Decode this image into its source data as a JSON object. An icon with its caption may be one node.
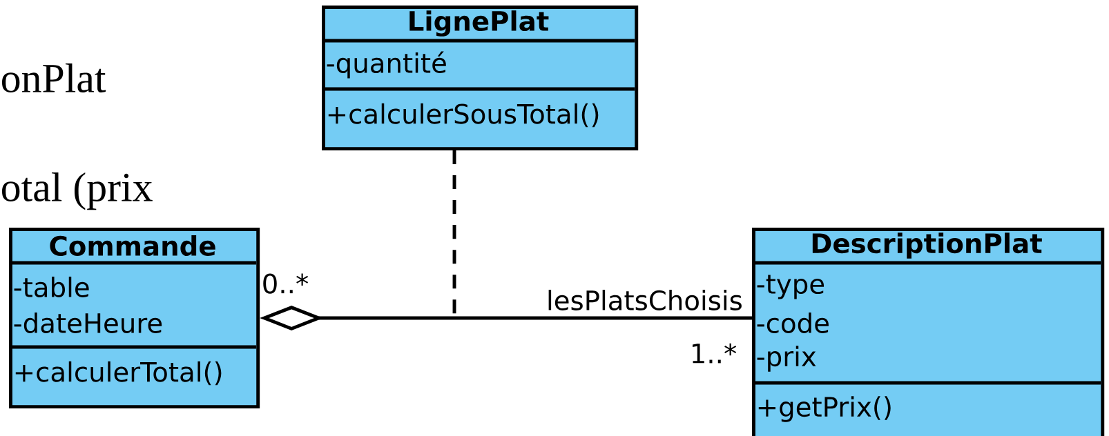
{
  "diagram": {
    "nodes": [
      {
        "text": [
          "LignePlat",
          "-quantité",
          "+calculerSousTotal()"
        ]
      },
      {
        "text": [
          "Commande",
          "-table",
          "-dateHeure",
          "+calculerTotal()"
        ]
      },
      {
        "text": [
          "DescriptionPlat",
          "-type",
          "-code",
          "-prix",
          "+getPrix()"
        ]
      }
    ],
    "edges": [
      {
        "from": 1,
        "to": 2,
        "arrow": "other",
        "label": "lesPlatsChoisis"
      },
      {
        "from": 0,
        "to": null,
        "arrow": "none",
        "style": "dashed"
      }
    ],
    "labels": [
      "onPlat",
      "otal (prix",
      "0..*",
      "1..*"
    ]
  }
}
